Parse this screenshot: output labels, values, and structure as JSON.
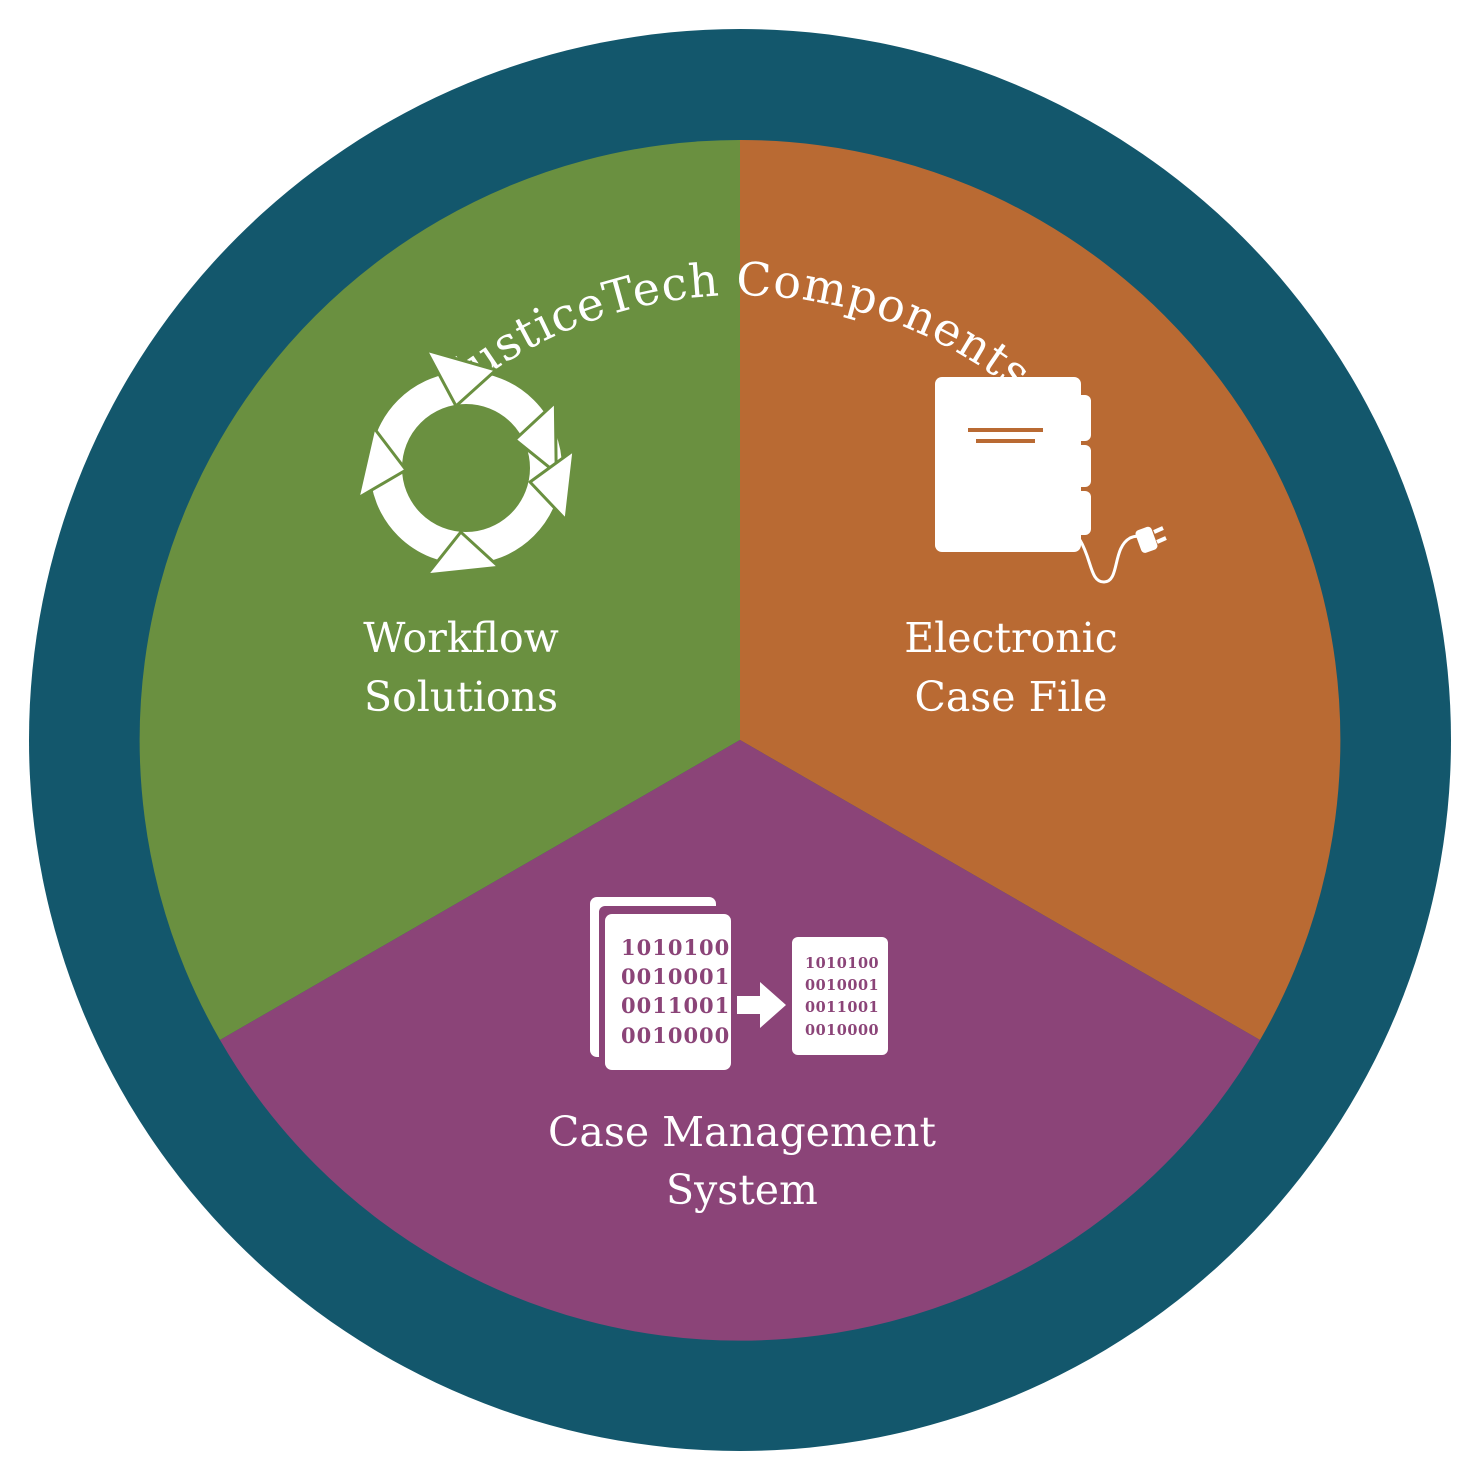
{
  "title": "JusticeTech Components",
  "colors": {
    "ring": "#13576C",
    "workflow": "#6A9040",
    "electronic": "#B96A33",
    "case_management": "#8B4478",
    "icon": "#ffffff"
  },
  "segments": [
    {
      "id": "workflow",
      "icon": "recycle-arrows-icon",
      "label_line1": "Workflow",
      "label_line2": "Solutions"
    },
    {
      "id": "electronic",
      "icon": "binder-with-plug-icon",
      "label_line1": "Electronic",
      "label_line2": "Case File"
    },
    {
      "id": "case_management",
      "icon": "binary-documents-icon",
      "label_line1": "Case Management",
      "label_line2": "System"
    }
  ],
  "binary_large": [
    "1010100",
    "0010001",
    "0011001",
    "0010000"
  ],
  "binary_small": [
    "1010100",
    "0010001",
    "0011001",
    "0010000"
  ]
}
